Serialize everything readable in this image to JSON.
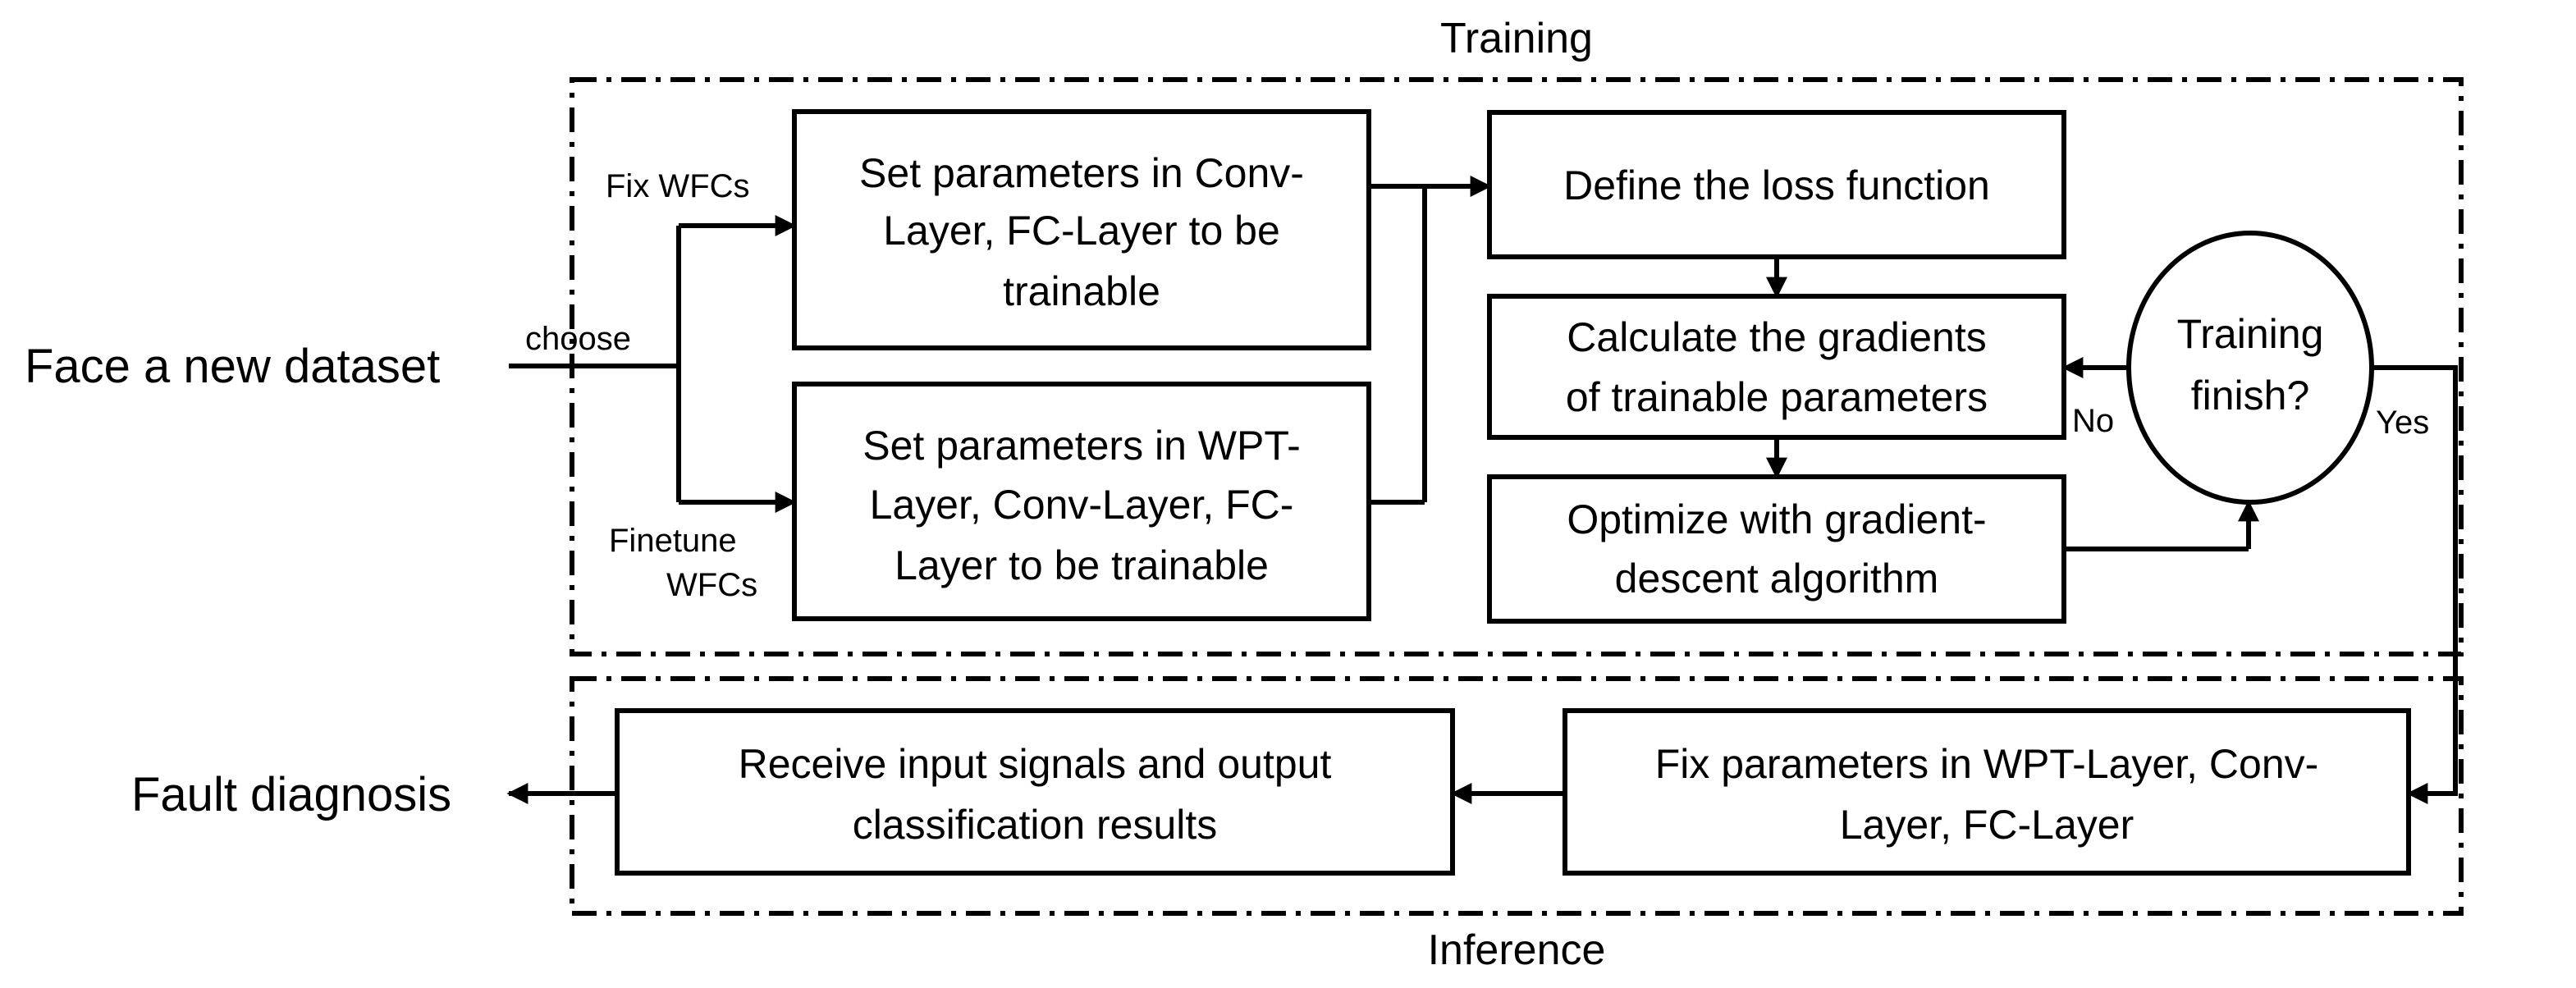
{
  "regions": {
    "training_title": "Training",
    "inference_title": "Inference"
  },
  "inputs": {
    "face_new_dataset": "Face a new dataset",
    "choose": "choose",
    "fix_wfcs": "Fix WFCs",
    "finetune_wfcs_line1": "Finetune",
    "finetune_wfcs_line2": "WFCs"
  },
  "boxes": {
    "set_conv_fc": [
      "Set parameters in Conv-",
      "Layer, FC-Layer to be",
      "trainable"
    ],
    "set_wpt_conv_fc": [
      "Set parameters in WPT-",
      "Layer, Conv-Layer, FC-",
      "Layer to be trainable"
    ],
    "define_loss": [
      "Define the loss function"
    ],
    "calc_gradients": [
      "Calculate the gradients",
      "of  trainable parameters"
    ],
    "optimize": [
      "Optimize with gradient-",
      "descent  algorithm"
    ],
    "training_finish": [
      "Training",
      "finish?"
    ],
    "fix_params": [
      "Fix parameters in WPT-Layer, Conv-",
      "Layer, FC-Layer"
    ],
    "receive_signals": [
      "Receive input signals and output",
      "classification results"
    ]
  },
  "decisions": {
    "no": "No",
    "yes": "Yes"
  },
  "outputs": {
    "fault_diagnosis": "Fault diagnosis"
  }
}
